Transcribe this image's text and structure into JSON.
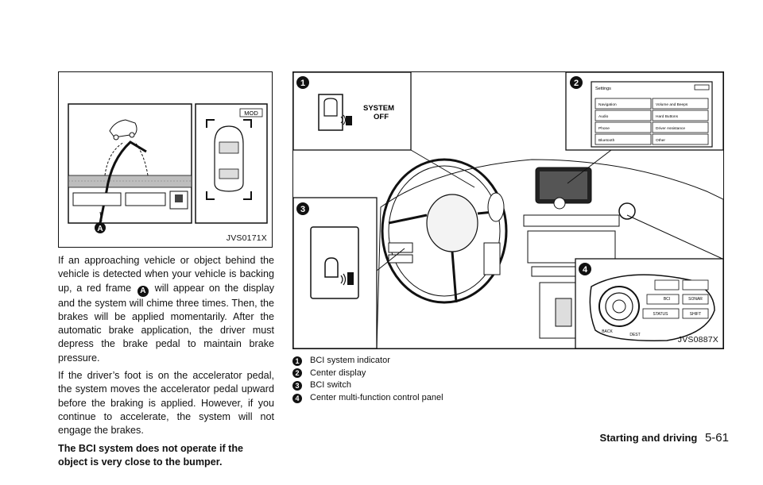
{
  "figures": {
    "left": {
      "code": "JVS0171X",
      "label_a": "A",
      "mod_label": "MOD"
    },
    "right": {
      "code": "JVS0887X",
      "callouts": [
        "1",
        "2",
        "3",
        "4"
      ],
      "system_off_label_1": "SYSTEM",
      "system_off_label_2": "OFF",
      "settings_menu": {
        "title": "Settings",
        "items": [
          "Navigation",
          "Volume and Beeps",
          "Audio",
          "Hard Buttons",
          "Phone",
          "Driver Assistance",
          "Bluetooth",
          "Other"
        ]
      },
      "panel_buttons": [
        "BCI",
        "SONAR",
        "STATUS",
        "SHIFT",
        "BACK",
        "DEST"
      ]
    }
  },
  "body": {
    "p1_part1": "If an approaching vehicle or object behind the vehicle is detected when your vehicle is backing up, a red frame",
    "p1_badge": "A",
    "p1_part2": "will appear on the display and the system will chime three times. Then, the brakes will be applied momentarily. After the automatic brake application, the driver must depress the brake pedal to maintain brake pressure.",
    "p2": "If the driver’s foot is on the accelerator pedal, the system moves the accelerator pedal upward before the braking is applied. However, if you continue to accelerate, the system will not engage the brakes.",
    "p3": "The BCI system does not operate if the object is very close to the bumper."
  },
  "legend": [
    {
      "num": "1",
      "text": "BCI system indicator"
    },
    {
      "num": "2",
      "text": "Center display"
    },
    {
      "num": "3",
      "text": "BCI switch"
    },
    {
      "num": "4",
      "text": "Center multi-function control panel"
    }
  ],
  "footer": {
    "section": "Starting and driving",
    "page": "5-61"
  }
}
